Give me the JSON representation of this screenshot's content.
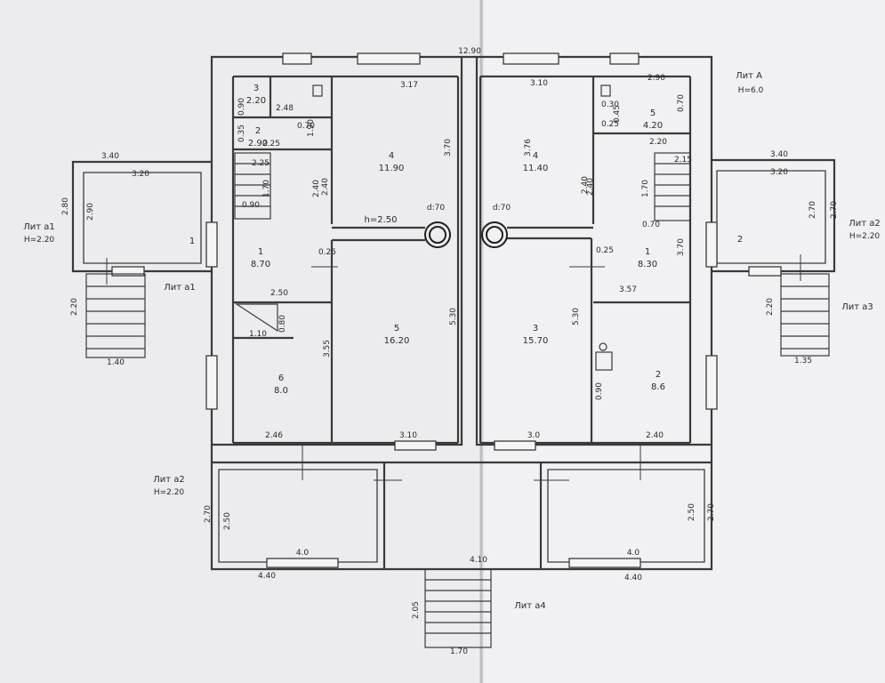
{
  "colors": {
    "paper": "#e9e9ec",
    "sheet_left": "#ececef",
    "sheet_right": "#f0f0f2",
    "wall": "#3a3a3a",
    "ink": "#2a2a2a"
  },
  "rooms": [
    {
      "id": "l1",
      "num": "1",
      "area": "8.70"
    },
    {
      "id": "l2",
      "num": "2",
      "area": "2.90"
    },
    {
      "id": "l3",
      "num": "3",
      "area": "2.20"
    },
    {
      "id": "l4",
      "num": "4",
      "area": "11.90"
    },
    {
      "id": "l5",
      "num": "5",
      "area": "16.20"
    },
    {
      "id": "l6",
      "num": "6",
      "area": "8.0"
    },
    {
      "id": "r1",
      "num": "1",
      "area": "8.30"
    },
    {
      "id": "r2",
      "num": "2",
      "area": "8.6"
    },
    {
      "id": "r3",
      "num": "3",
      "area": "15.70"
    },
    {
      "id": "r4",
      "num": "4",
      "area": "11.40"
    },
    {
      "id": "r5",
      "num": "5",
      "area": "4.20"
    }
  ],
  "dimensions": [
    "12.90",
    "3.17",
    "3.10",
    "2.90",
    "2.48",
    "2.25",
    "2.25",
    "3.40",
    "3.20",
    "3.40",
    "3.20",
    "2.80",
    "2.90",
    "2.70",
    "2.70",
    "2.20",
    "2.20",
    "1.40",
    "1.35",
    "2.50",
    "2.40",
    "2.40",
    "2.46",
    "3.10",
    "3.0",
    "2.40",
    "4.0",
    "4.0",
    "4.40",
    "4.40",
    "4.10",
    "1.70",
    "2.05",
    "2.50",
    "2.70",
    "2.50",
    "2.70",
    "3.70",
    "5.30",
    "5.30",
    "3.70",
    "3.76",
    "3.55",
    "1.10",
    "0.90",
    "0.35",
    "0.90",
    "0.30",
    "0.25",
    "0.25",
    "0.25",
    "0.45",
    "2.20",
    "2.15",
    "1.70",
    "1.70",
    "0.70",
    "0.70",
    "0.80",
    "0.70",
    "2.40",
    "2.40",
    "3.57",
    "0.90",
    "1.90"
  ],
  "markers": [
    "1",
    "2"
  ],
  "annotations": [
    {
      "id": "a1",
      "title": "Лит А",
      "height": "H=6.0"
    },
    {
      "id": "a2",
      "title": "Лит а1",
      "height": "H=2.20"
    },
    {
      "id": "a3",
      "title": "Лит а1",
      "height": ""
    },
    {
      "id": "a4",
      "title": "Лит а2",
      "height": "H=2.20"
    },
    {
      "id": "a5",
      "title": "Лит а2",
      "height": "H=2.20"
    },
    {
      "id": "a6",
      "title": "Лит а3",
      "height": ""
    },
    {
      "id": "a7",
      "title": "Лит а4",
      "height": ""
    }
  ],
  "ceiling_height": "h=2.50",
  "chimney_left": "d:70",
  "chimney_right": "d:70"
}
